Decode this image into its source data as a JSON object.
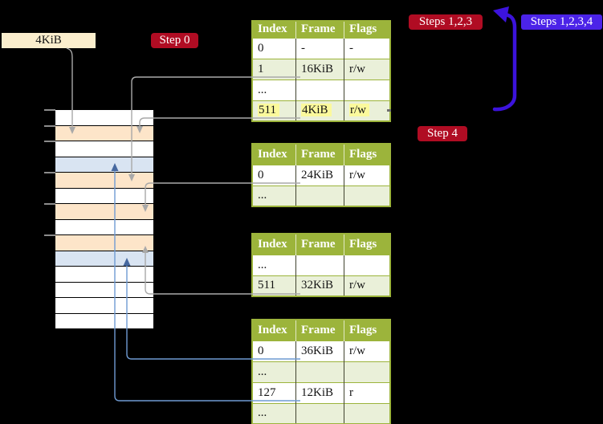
{
  "colors": {
    "bg": "#000000",
    "table-header-green": "#9cb43b",
    "table-border-green": "#9cb43b",
    "table-row-green": "#eaf0d9",
    "highlight-yellow": "#fbf99c",
    "badge-red": "#b00c23",
    "badge-blue": "#4b23e8",
    "big-arrow-blue": "#3c13dc",
    "mem-orange": "#fde5c9",
    "mem-blue": "#d9e4f2",
    "connector-gray": "#a9a9a9",
    "connector-blue": "#6f9bd2",
    "connector-blue-dark": "#46689f",
    "label-cream": "#fbeecd"
  },
  "page_size_label": {
    "text": "4KiB"
  },
  "badges": {
    "step0": {
      "label": "Step 0"
    },
    "steps123": {
      "label": "Steps 1,2,3"
    },
    "steps1234": {
      "label": "Steps 1,2,3,4"
    },
    "step4": {
      "label": "Step 4"
    }
  },
  "memory_column": {
    "rows": [
      "white",
      "orange",
      "white",
      "blue",
      "orange",
      "white",
      "orange",
      "white",
      "orange",
      "blue",
      "white",
      "white",
      "white",
      "white"
    ],
    "ticks_y": [
      136,
      156,
      175,
      214,
      253,
      292
    ]
  },
  "tables": [
    {
      "name": "page-table-0",
      "headers": [
        "Index",
        "Frame",
        "Flags"
      ],
      "rows": [
        {
          "cells": [
            "0",
            "-",
            "-"
          ],
          "shaded": false,
          "highlight": false
        },
        {
          "cells": [
            "1",
            "16KiB",
            "r/w"
          ],
          "shaded": true,
          "highlight": false
        },
        {
          "cells": [
            "...",
            "",
            ""
          ],
          "shaded": false,
          "highlight": false
        },
        {
          "cells": [
            "511",
            "4KiB",
            "r/w"
          ],
          "shaded": true,
          "highlight": true
        }
      ]
    },
    {
      "name": "page-table-1",
      "headers": [
        "Index",
        "Frame",
        "Flags"
      ],
      "rows": [
        {
          "cells": [
            "0",
            "24KiB",
            "r/w"
          ],
          "shaded": false,
          "highlight": false
        },
        {
          "cells": [
            "...",
            "",
            ""
          ],
          "shaded": true,
          "highlight": false
        }
      ]
    },
    {
      "name": "page-table-2",
      "headers": [
        "Index",
        "Frame",
        "Flags"
      ],
      "rows": [
        {
          "cells": [
            "...",
            "",
            ""
          ],
          "shaded": false,
          "highlight": false
        },
        {
          "cells": [
            "511",
            "32KiB",
            "r/w"
          ],
          "shaded": true,
          "highlight": false
        }
      ]
    },
    {
      "name": "page-table-3",
      "headers": [
        "Index",
        "Frame",
        "Flags"
      ],
      "rows": [
        {
          "cells": [
            "0",
            "36KiB",
            "r/w"
          ],
          "shaded": false,
          "highlight": false
        },
        {
          "cells": [
            "...",
            "",
            ""
          ],
          "shaded": true,
          "highlight": false
        },
        {
          "cells": [
            "127",
            "12KiB",
            "r"
          ],
          "shaded": false,
          "highlight": false
        },
        {
          "cells": [
            "...",
            "",
            ""
          ],
          "shaded": true,
          "highlight": false
        }
      ]
    }
  ]
}
